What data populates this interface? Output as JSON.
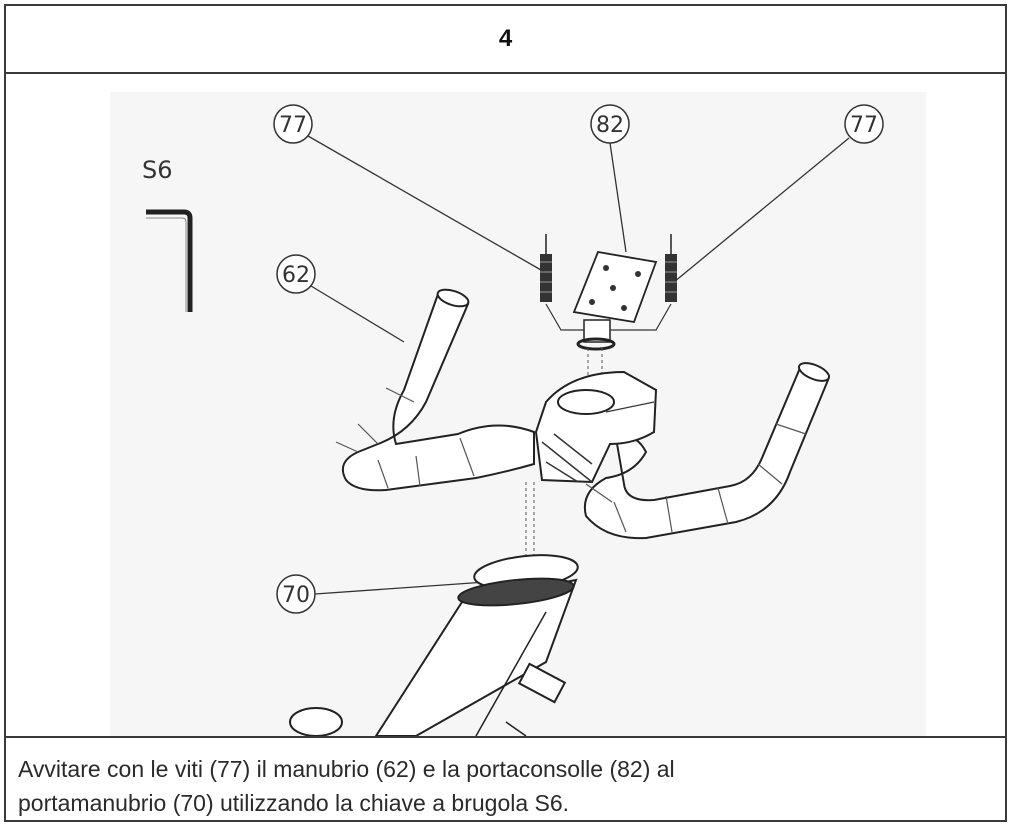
{
  "step": {
    "number": "4"
  },
  "figure": {
    "tool_label": "S6",
    "callouts": {
      "screw_left": "77",
      "console_bracket": "82",
      "screw_right": "77",
      "handlebar": "62",
      "handlebar_post": "70"
    }
  },
  "caption": {
    "line1": "Avvitare con le viti (77) il manubrio (62) e la portaconsolle (82) al",
    "line2": "portamanubrio (70) utilizzando la chiave a brugola S6."
  }
}
